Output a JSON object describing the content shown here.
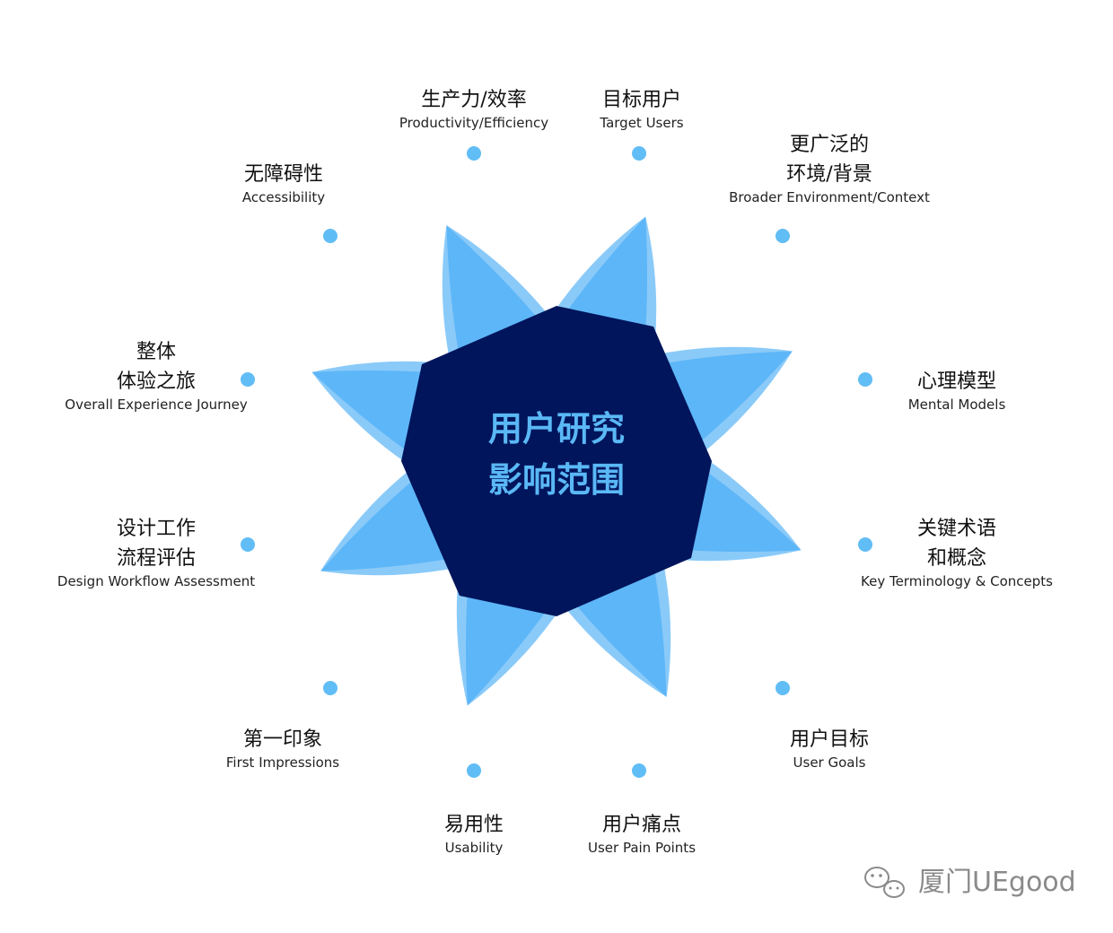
{
  "center": {
    "line1": "用户研究",
    "line2": "影响范围"
  },
  "colors": {
    "petal": "#42aaf5",
    "core": "#00155c",
    "center_text": "#5ab8f5",
    "dot": "#61bdf5",
    "label": "#111111",
    "watermark": "#8a8a8a"
  },
  "items": [
    {
      "cn": [
        "生产力/效率"
      ],
      "en": "Productivity/Efficiency"
    },
    {
      "cn": [
        "目标用户"
      ],
      "en": "Target Users"
    },
    {
      "cn": [
        "更广泛的",
        "环境/背景"
      ],
      "en": "Broader Environment/Context"
    },
    {
      "cn": [
        "心理模型"
      ],
      "en": "Mental Models"
    },
    {
      "cn": [
        "关键术语",
        "和概念"
      ],
      "en": "Key Terminology & Concepts"
    },
    {
      "cn": [
        "用户目标"
      ],
      "en": "User Goals"
    },
    {
      "cn": [
        "用户痛点"
      ],
      "en": "User Pain Points"
    },
    {
      "cn": [
        "易用性"
      ],
      "en": "Usability"
    },
    {
      "cn": [
        "第一印象"
      ],
      "en": "First Impressions"
    },
    {
      "cn": [
        "设计工作",
        "流程评估"
      ],
      "en": "Design Workflow Assessment"
    },
    {
      "cn": [
        "整体",
        "体验之旅"
      ],
      "en": "Overall Experience Journey"
    },
    {
      "cn": [
        "无障碍性"
      ],
      "en": "Accessibility"
    }
  ],
  "watermark": {
    "icon": "wechat-icon",
    "text": "厦门UEgood"
  }
}
